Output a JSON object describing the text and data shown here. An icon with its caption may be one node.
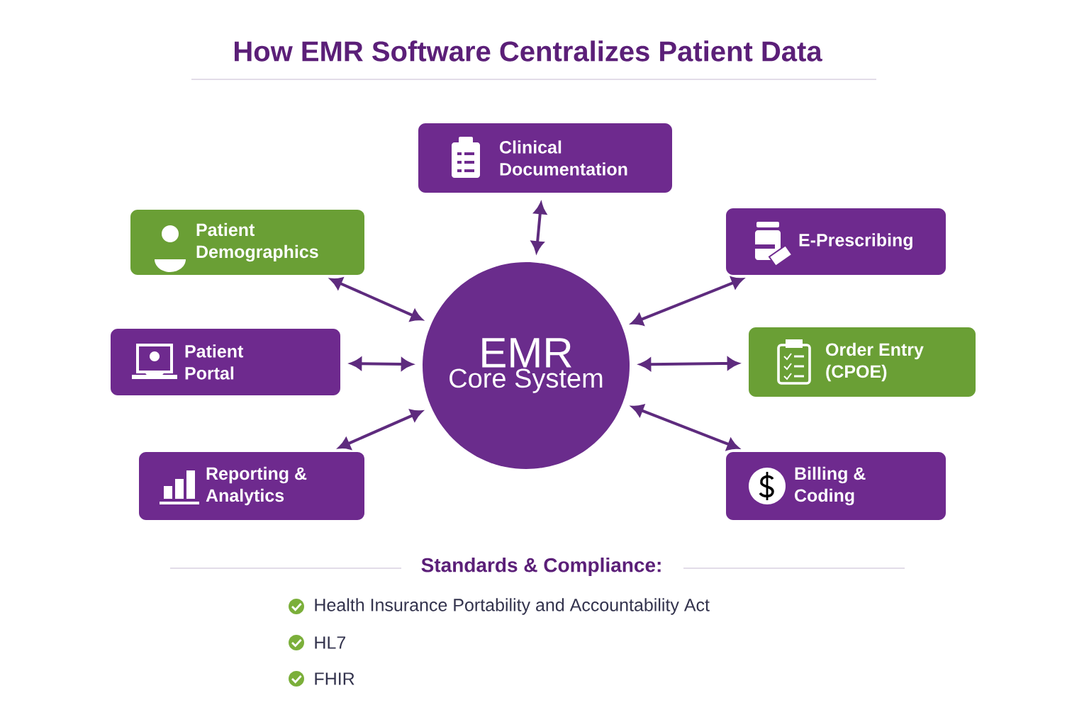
{
  "diagram": {
    "title": "How EMR Software Centralizes Patient Data",
    "nodes": [
      {
        "text": [
          "EMR",
          "Core System"
        ]
      },
      {
        "text": [
          "Clinical Documentation"
        ]
      },
      {
        "text": [
          "Patient Demographics"
        ]
      },
      {
        "text": [
          "E-Prescribing"
        ]
      },
      {
        "text": [
          "Patient Portal"
        ]
      },
      {
        "text": [
          "Order Entry (CPOE)"
        ]
      },
      {
        "text": [
          "Reporting & Analytics"
        ]
      },
      {
        "text": [
          "Billing & Coding"
        ]
      }
    ],
    "edges": [
      {
        "from": 0,
        "to": 1,
        "arrow": "both"
      },
      {
        "from": 0,
        "to": 2,
        "arrow": "both"
      },
      {
        "from": 0,
        "to": 3,
        "arrow": "both"
      },
      {
        "from": 0,
        "to": 4,
        "arrow": "both"
      },
      {
        "from": 0,
        "to": 5,
        "arrow": "both"
      },
      {
        "from": 0,
        "to": 6,
        "arrow": "both"
      },
      {
        "from": 0,
        "to": 7,
        "arrow": "both"
      }
    ],
    "labels": [
      "Standards & Compliance:",
      "Health Insurance Portability and Accountability Act",
      "HL7",
      "FHIR"
    ]
  }
}
